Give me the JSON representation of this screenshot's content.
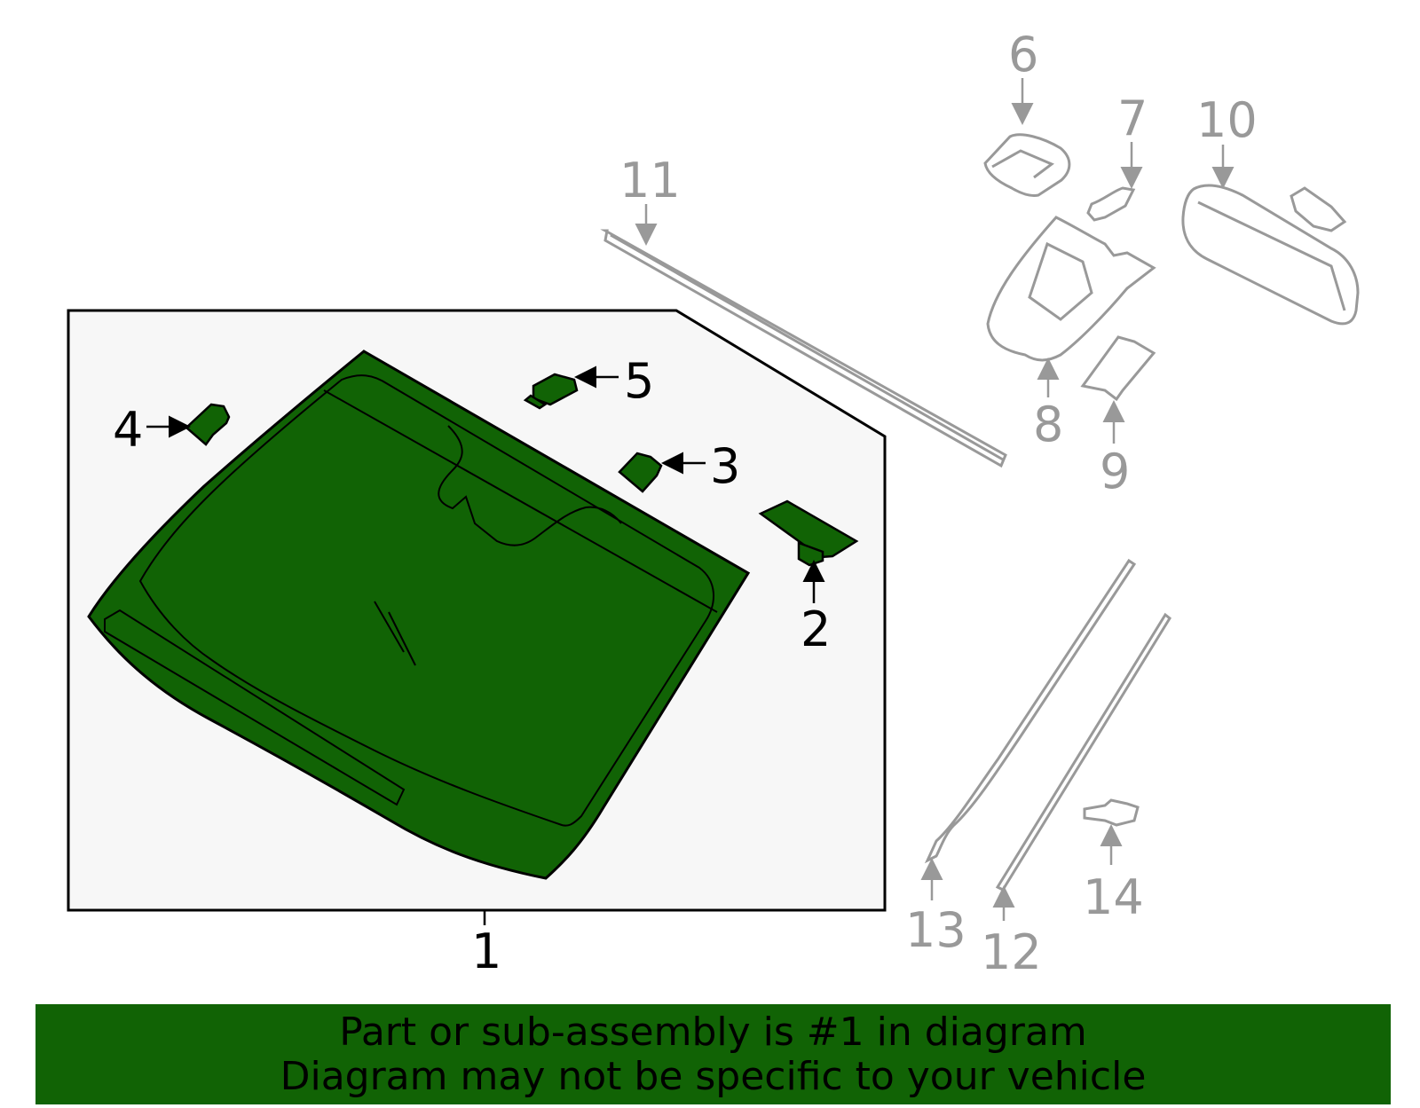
{
  "colors": {
    "highlight_fill": "#116305",
    "box_fill": "#f7f7f7",
    "active_stroke": "#000000",
    "inactive_stroke": "#999999",
    "footer_bg": "#116305"
  },
  "callouts": {
    "c1": "1",
    "c2": "2",
    "c3": "3",
    "c4": "4",
    "c5": "5",
    "c6": "6",
    "c7": "7",
    "c8": "8",
    "c9": "9",
    "c10": "10",
    "c11": "11",
    "c12": "12",
    "c13": "13",
    "c14": "14"
  },
  "footer": {
    "line1": "Part or sub-assembly is #1 in diagram",
    "line2": "Diagram may not be specific to your vehicle"
  }
}
